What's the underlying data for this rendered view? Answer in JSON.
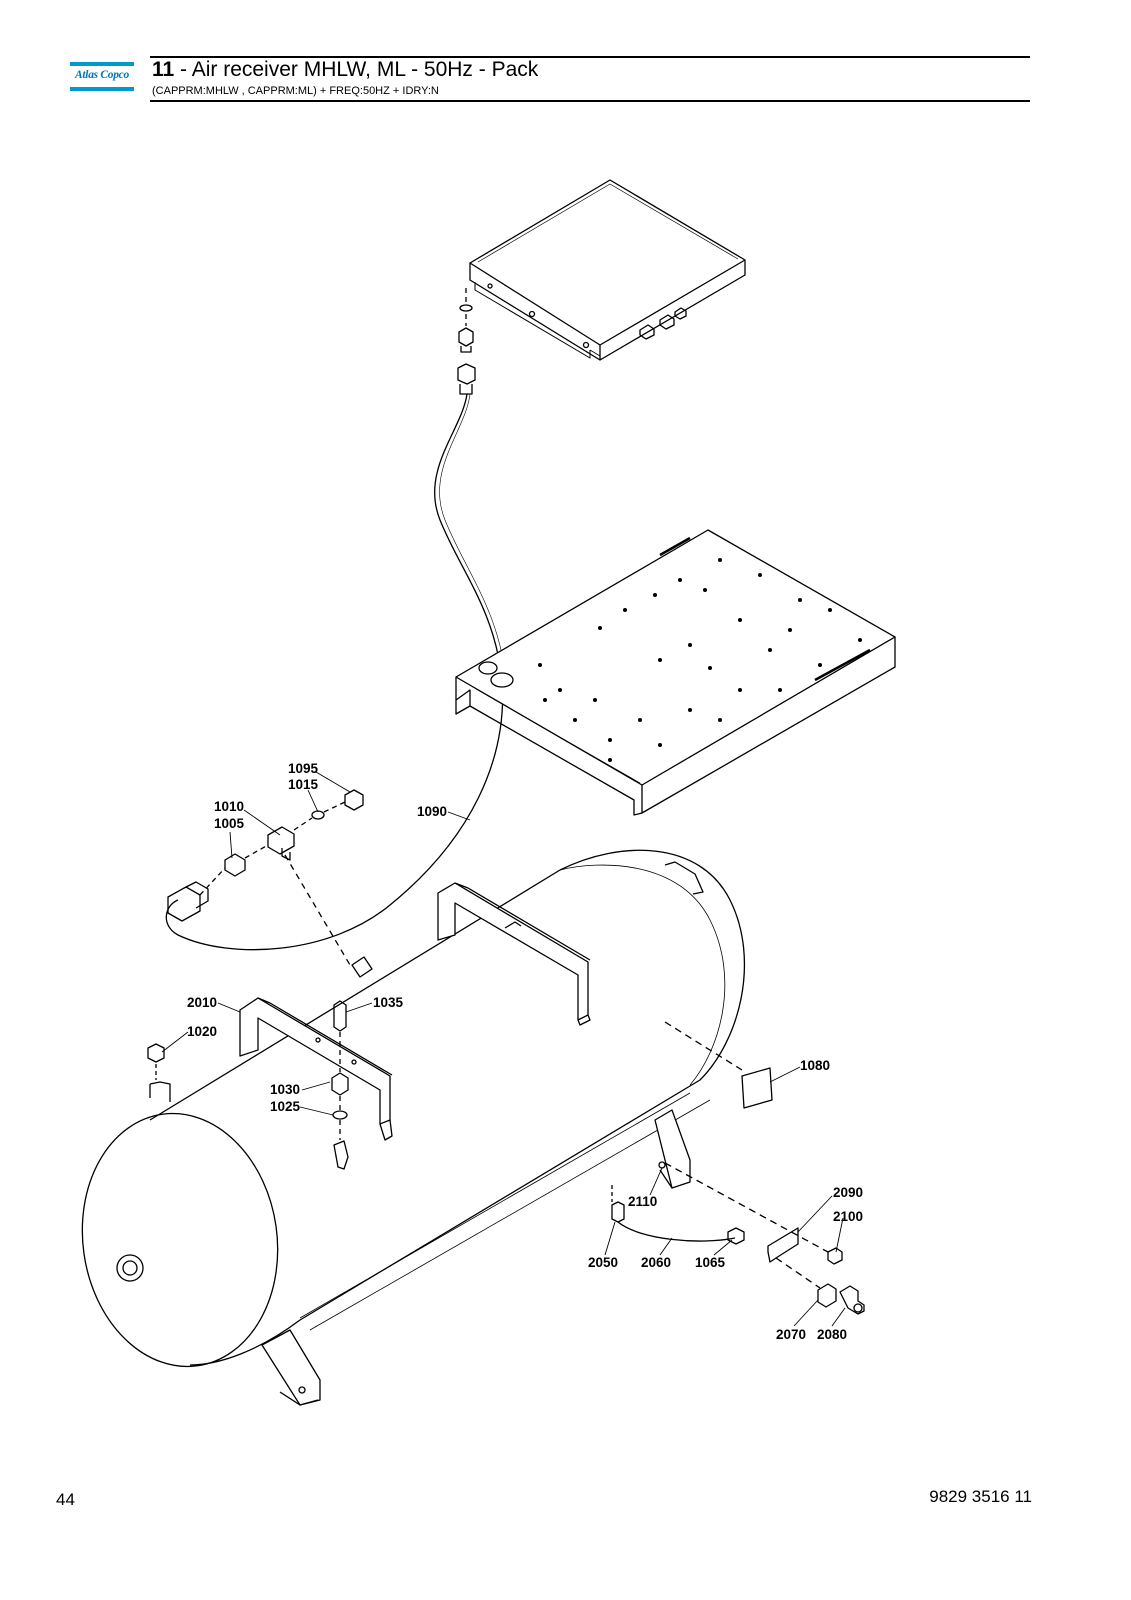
{
  "header": {
    "logo_text": "Atlas Copco",
    "section_number": "11",
    "title_rest": " - Air receiver MHLW, ML - 50Hz - Pack",
    "subtitle": "(CAPPRM:MHLW , CAPPRM:ML) + FREQ:50HZ + IDRY:N"
  },
  "drawing": {
    "callouts": [
      "1095",
      "1015",
      "1010",
      "1005",
      "1090",
      "2010",
      "1035",
      "1020",
      "1030",
      "1025",
      "1080",
      "2110",
      "2090",
      "2100",
      "2050",
      "2060",
      "1065",
      "2070",
      "2080"
    ]
  },
  "footer": {
    "page_number": "44",
    "document_number": "9829 3516 11"
  },
  "colors": {
    "brand_blue": "#0099cc",
    "line": "#000000"
  }
}
